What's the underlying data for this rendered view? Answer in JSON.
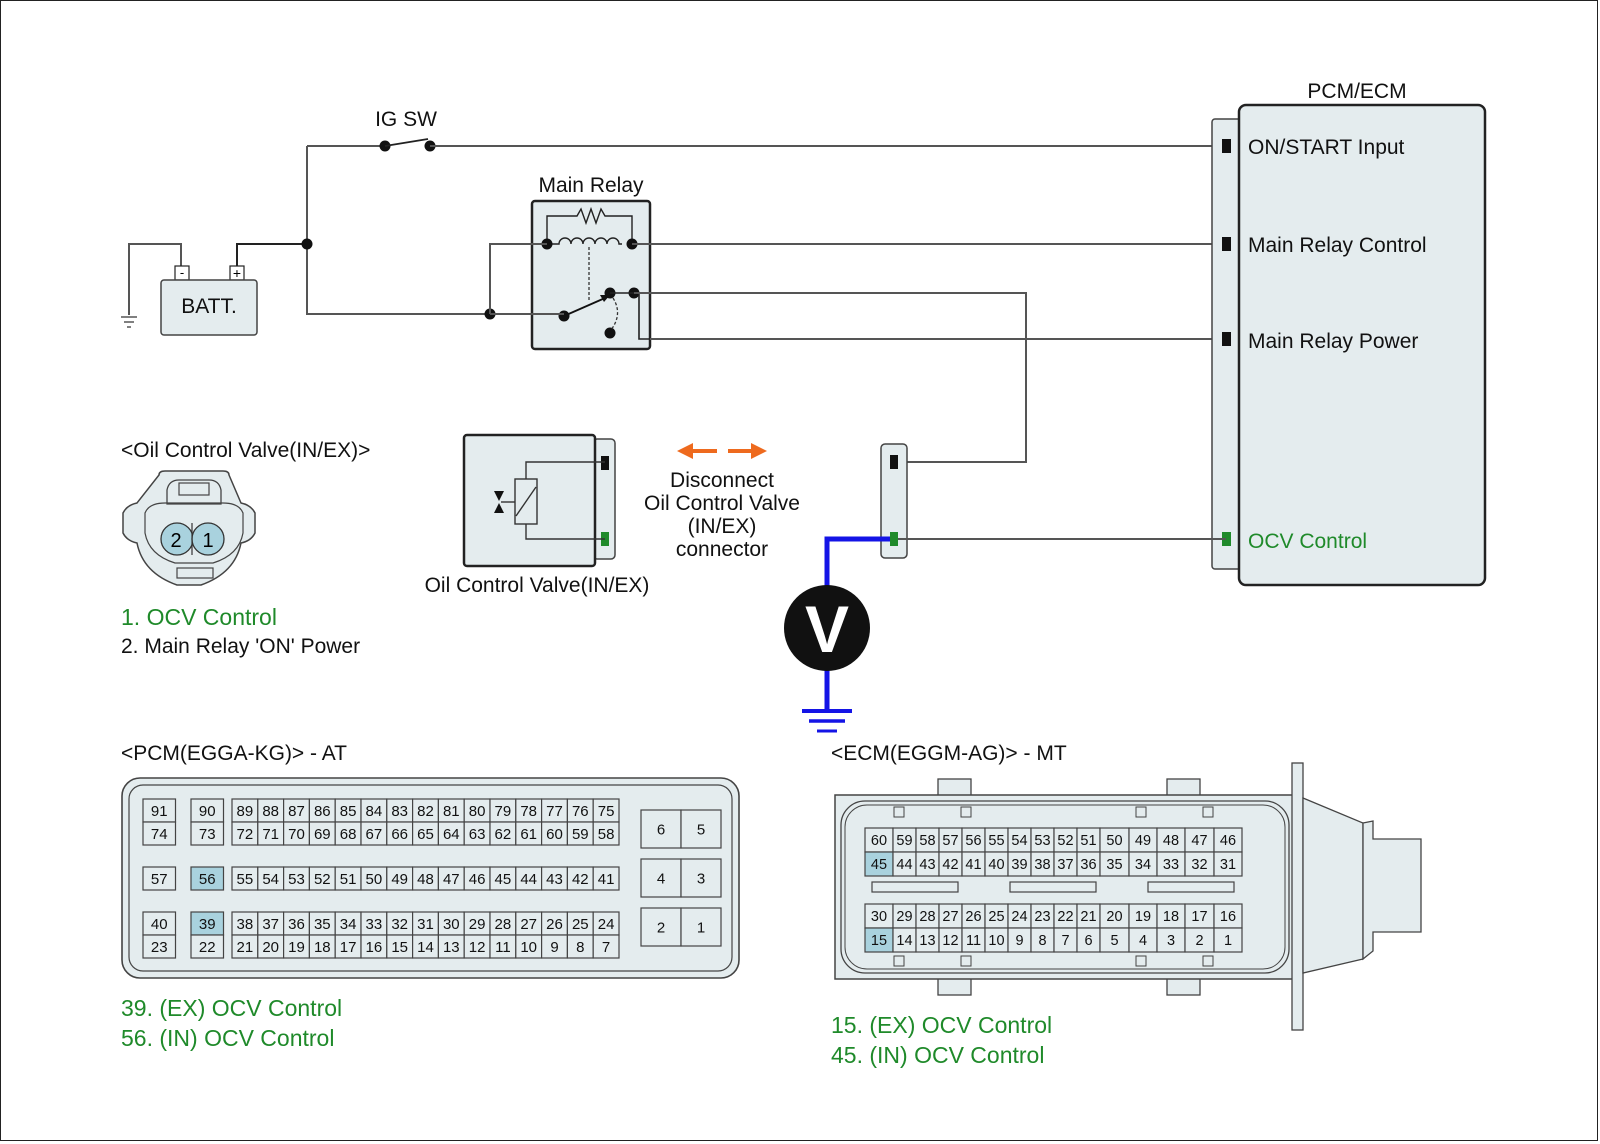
{
  "colors": {
    "component_fill": "#e4ecee",
    "highlight_pin": "#a9d2de",
    "ocv_green": "#1f8a2a",
    "meter_wire_blue": "#1414e6",
    "disconnect_arrow_orange": "#ee6a1e"
  },
  "circuit": {
    "ig_switch_label": "IG SW",
    "battery_label": "BATT.",
    "battery_neg": "-",
    "battery_pos": "+",
    "main_relay_label": "Main Relay",
    "module_title": "PCM/ECM",
    "module_pins": [
      {
        "label": "ON/START Input",
        "color": "black"
      },
      {
        "label": "Main Relay Control",
        "color": "black"
      },
      {
        "label": "Main Relay Power",
        "color": "black"
      },
      {
        "label": "OCV Control",
        "color": "green"
      }
    ],
    "ocv_component_label": "Oil Control Valve(IN/EX)",
    "disconnect_note": [
      "Disconnect",
      "Oil Control Valve",
      "(IN/EX)",
      "connector"
    ],
    "voltmeter_symbol": "V"
  },
  "ocv_connector": {
    "title": "<Oil Control Valve(IN/EX)>",
    "pins": [
      "2",
      "1"
    ],
    "legend": [
      {
        "text": "1. OCV Control",
        "color": "green"
      },
      {
        "text": "2. Main Relay 'ON' Power",
        "color": "black"
      }
    ]
  },
  "pcm_connector": {
    "title": "<PCM(EGGA-KG)> - AT",
    "highlighted": [
      "39",
      "56"
    ],
    "col_a": [
      [
        "91",
        "74"
      ],
      [
        "57"
      ],
      [
        "40",
        "23"
      ]
    ],
    "col_b": [
      [
        "90",
        "73"
      ],
      [
        "56"
      ],
      [
        "39",
        "22"
      ]
    ],
    "main_rows": [
      [
        "89",
        "88",
        "87",
        "86",
        "85",
        "84",
        "83",
        "82",
        "81",
        "80",
        "79",
        "78",
        "77",
        "76",
        "75"
      ],
      [
        "72",
        "71",
        "70",
        "69",
        "68",
        "67",
        "66",
        "65",
        "64",
        "63",
        "62",
        "61",
        "60",
        "59",
        "58"
      ],
      [
        "55",
        "54",
        "53",
        "52",
        "51",
        "50",
        "49",
        "48",
        "47",
        "46",
        "45",
        "44",
        "43",
        "42",
        "41"
      ],
      [
        "38",
        "37",
        "36",
        "35",
        "34",
        "33",
        "32",
        "31",
        "30",
        "29",
        "28",
        "27",
        "26",
        "25",
        "24"
      ],
      [
        "21",
        "20",
        "19",
        "18",
        "17",
        "16",
        "15",
        "14",
        "13",
        "12",
        "11",
        "10",
        "9",
        "8",
        "7"
      ]
    ],
    "power_pins": [
      [
        "6",
        "5"
      ],
      [
        "4",
        "3"
      ],
      [
        "2",
        "1"
      ]
    ],
    "legend": [
      "39. (EX) OCV Control",
      "56. (IN) OCV Control"
    ]
  },
  "ecm_connector": {
    "title": "<ECM(EGGM-AG)> - MT",
    "highlighted": [
      "45",
      "15"
    ],
    "rows": [
      [
        "60",
        "59",
        "58",
        "57",
        "56",
        "55",
        "54",
        "53",
        "52",
        "51",
        "50",
        "49",
        "48",
        "47",
        "46"
      ],
      [
        "45",
        "44",
        "43",
        "42",
        "41",
        "40",
        "39",
        "38",
        "37",
        "36",
        "35",
        "34",
        "33",
        "32",
        "31"
      ],
      [
        "30",
        "29",
        "28",
        "27",
        "26",
        "25",
        "24",
        "23",
        "22",
        "21",
        "20",
        "19",
        "18",
        "17",
        "16"
      ],
      [
        "15",
        "14",
        "13",
        "12",
        "11",
        "10",
        "9",
        "8",
        "7",
        "6",
        "5",
        "4",
        "3",
        "2",
        "1"
      ]
    ],
    "legend": [
      "15. (EX) OCV Control",
      "45. (IN) OCV Control"
    ]
  }
}
